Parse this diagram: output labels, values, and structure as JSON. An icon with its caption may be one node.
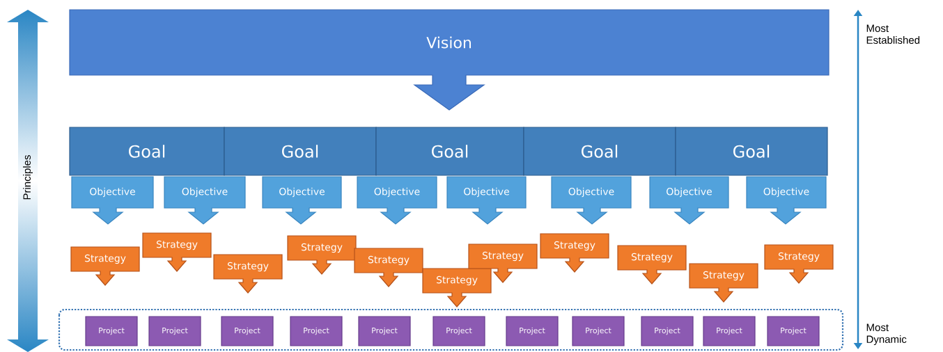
{
  "diagram": {
    "nodes": [
      {
        "text": [
          "Vision"
        ]
      },
      {
        "text": [
          "Goal"
        ]
      },
      {
        "text": [
          "Goal"
        ]
      },
      {
        "text": [
          "Goal"
        ]
      },
      {
        "text": [
          "Goal"
        ]
      },
      {
        "text": [
          "Goal"
        ]
      },
      {
        "text": [
          "Objective"
        ]
      },
      {
        "text": [
          "Objective"
        ]
      },
      {
        "text": [
          "Objective"
        ]
      },
      {
        "text": [
          "Objective"
        ]
      },
      {
        "text": [
          "Objective"
        ]
      },
      {
        "text": [
          "Objective"
        ]
      },
      {
        "text": [
          "Objective"
        ]
      },
      {
        "text": [
          "Objective"
        ]
      },
      {
        "text": [
          "Strategy"
        ]
      },
      {
        "text": [
          "Strategy"
        ]
      },
      {
        "text": [
          "Strategy"
        ]
      },
      {
        "text": [
          "Strategy"
        ]
      },
      {
        "text": [
          "Strategy"
        ]
      },
      {
        "text": [
          "Strategy"
        ]
      },
      {
        "text": [
          "Strategy"
        ]
      },
      {
        "text": [
          "Strategy"
        ]
      },
      {
        "text": [
          "Strategy"
        ]
      },
      {
        "text": [
          "Strategy"
        ]
      },
      {
        "text": [
          "Strategy"
        ]
      },
      {
        "text": [],
        "shape": "box"
      },
      {
        "text": [
          "Project"
        ],
        "in": 25
      },
      {
        "text": [
          "Project"
        ],
        "in": 25
      },
      {
        "text": [
          "Project"
        ],
        "in": 25
      },
      {
        "text": [
          "Project"
        ],
        "in": 25
      },
      {
        "text": [
          "Project"
        ],
        "in": 25
      },
      {
        "text": [
          "Project"
        ],
        "in": 25
      },
      {
        "text": [
          "Project"
        ],
        "in": 25
      },
      {
        "text": [
          "Project"
        ],
        "in": 25
      },
      {
        "text": [
          "Project"
        ],
        "in": 25
      },
      {
        "text": [
          "Project"
        ],
        "in": 25
      },
      {
        "text": [
          "Project"
        ],
        "in": 25
      }
    ],
    "labels": [
      "Principles",
      "Most Established",
      "Most Dynamic"
    ]
  }
}
